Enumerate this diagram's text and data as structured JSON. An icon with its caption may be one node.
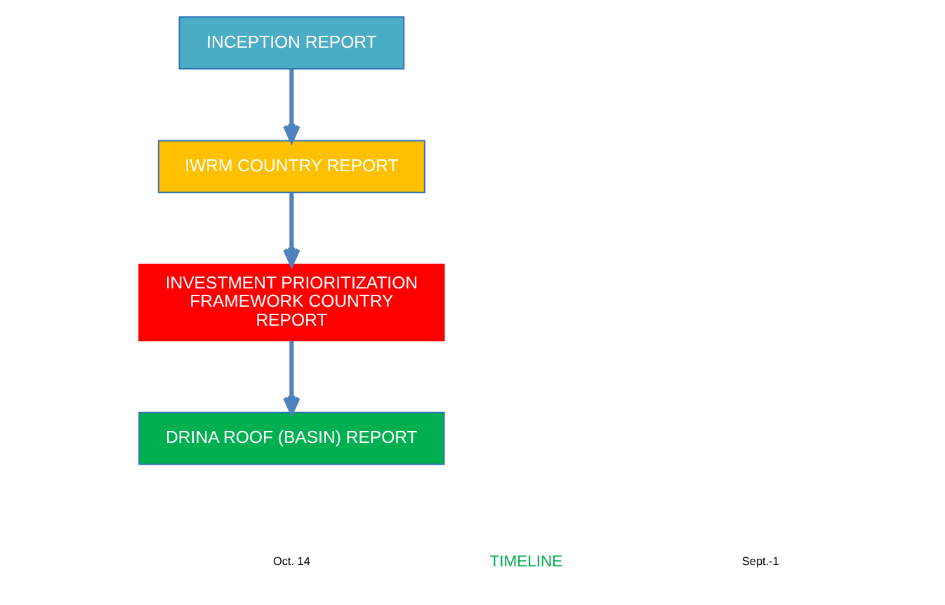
{
  "diagram": {
    "nodes": [
      {
        "text": [
          "INCEPTION REPORT"
        ]
      },
      {
        "text": [
          "IWRM COUNTRY REPORT"
        ]
      },
      {
        "text": [
          "INVESTMENT PRIORITIZATION FRAMEWORK COUNTRY REPORT"
        ]
      },
      {
        "text": [
          "DRINA ROOF (BASIN) REPORT"
        ]
      }
    ],
    "edges": [
      {
        "from": 0,
        "to": 1,
        "arrow": "to"
      },
      {
        "from": 1,
        "to": 2,
        "arrow": "to"
      },
      {
        "from": 2,
        "to": 3,
        "arrow": "to"
      }
    ],
    "labels": [
      "Oct. 14",
      "TIMELINE",
      "Sept.-1"
    ]
  }
}
